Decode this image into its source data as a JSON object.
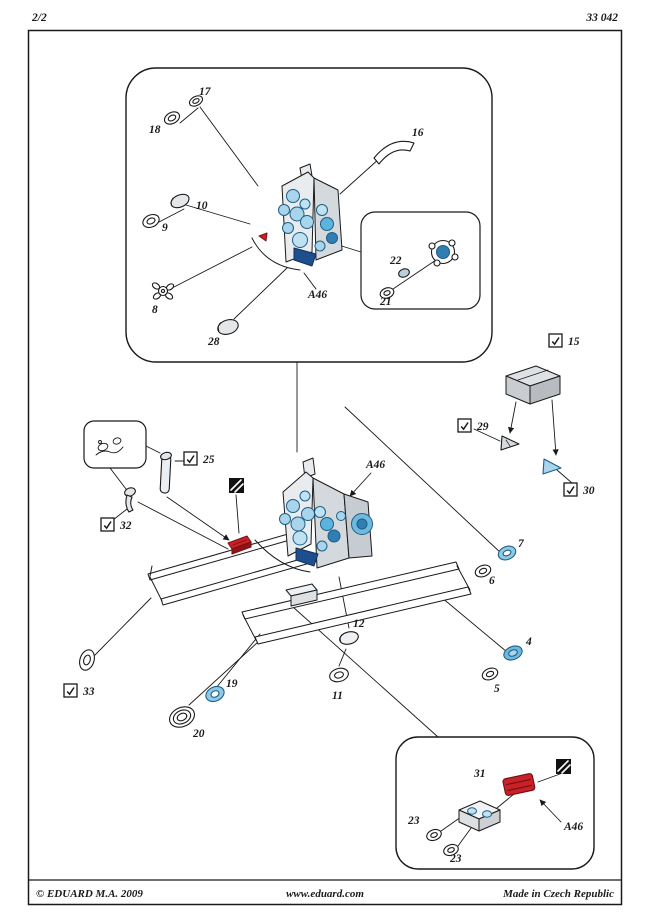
{
  "page": {
    "page_number": "2/2",
    "product_code": "33 042",
    "footer_copyright": "© EDUARD  M.A. 2009",
    "footer_website": "www.eduard.com",
    "footer_origin": "Made in Czech Republic"
  },
  "assembly_labels": {
    "a46_top": "A46",
    "a46_main": "A46",
    "a46_bottom": "A46"
  },
  "part_numbers": {
    "p4": "4",
    "p5": "5",
    "p6": "6",
    "p7": "7",
    "p8": "8",
    "p9": "9",
    "p10": "10",
    "p11": "11",
    "p12": "12",
    "p15": "15",
    "p16": "16",
    "p17": "17",
    "p18": "18",
    "p19": "19",
    "p20": "20",
    "p21": "21",
    "p22": "22",
    "p23a": "23",
    "p23b": "23",
    "p25": "25",
    "p28": "28",
    "p29": "29",
    "p30": "30",
    "p31": "31",
    "p32": "32",
    "p33": "33"
  },
  "colors": {
    "part_blue_light": "#a8d5ec",
    "part_blue": "#6fb9de",
    "part_blue_dark": "#2f7fb5",
    "part_navy": "#1d4f8f",
    "part_red": "#c92127",
    "part_gray": "#d7dadd",
    "line": "#1a1a1a"
  }
}
